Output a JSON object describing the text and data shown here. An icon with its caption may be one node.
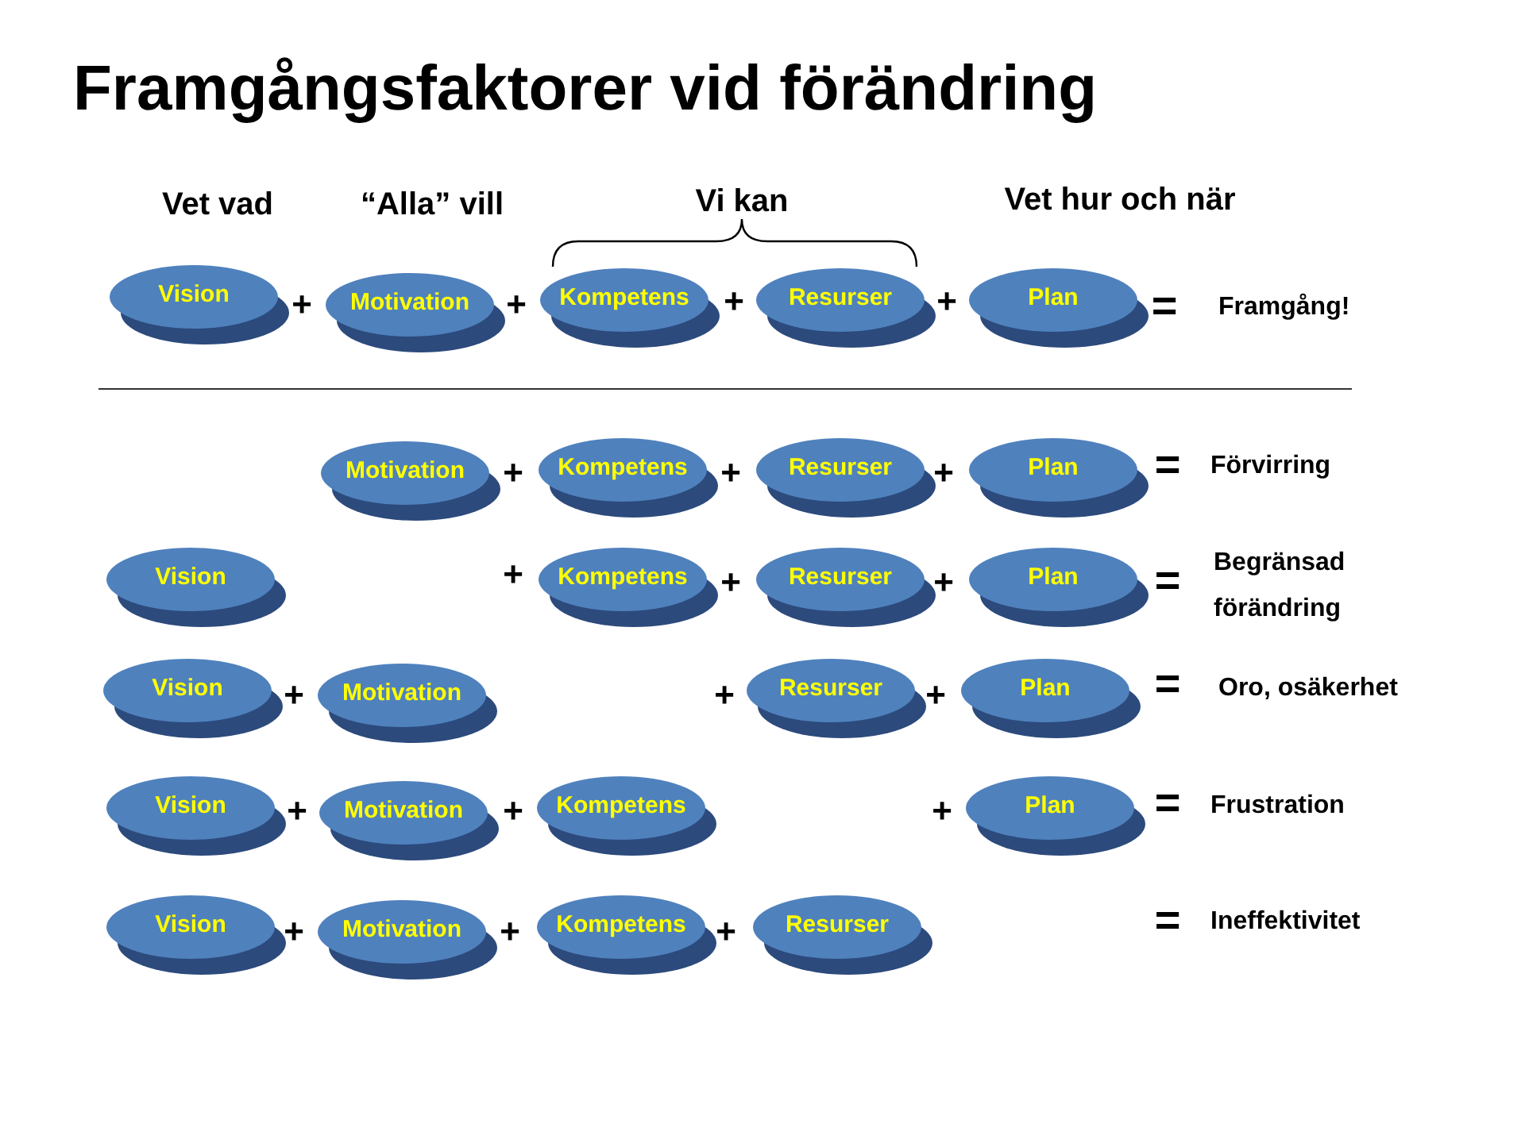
{
  "diagram": {
    "title": "Framgångsfaktorer vid förändring",
    "nodes": [
      {
        "text": [
          "Vision"
        ]
      },
      {
        "text": [
          "Motivation"
        ]
      },
      {
        "text": [
          "Kompetens"
        ]
      },
      {
        "text": [
          "Resurser"
        ]
      },
      {
        "text": [
          "Plan"
        ]
      },
      {
        "text": [
          "Motivation"
        ]
      },
      {
        "text": [
          "Kompetens"
        ]
      },
      {
        "text": [
          "Resurser"
        ]
      },
      {
        "text": [
          "Plan"
        ]
      },
      {
        "text": [
          "Vision"
        ]
      },
      {
        "text": [
          "Kompetens"
        ]
      },
      {
        "text": [
          "Resurser"
        ]
      },
      {
        "text": [
          "Plan"
        ]
      },
      {
        "text": [
          "Vision"
        ]
      },
      {
        "text": [
          "Motivation"
        ]
      },
      {
        "text": [
          "Resurser"
        ]
      },
      {
        "text": [
          "Plan"
        ]
      },
      {
        "text": [
          "Vision"
        ]
      },
      {
        "text": [
          "Motivation"
        ]
      },
      {
        "text": [
          "Kompetens"
        ]
      },
      {
        "text": [
          "Plan"
        ]
      },
      {
        "text": [
          "Vision"
        ]
      },
      {
        "text": [
          "Motivation"
        ]
      },
      {
        "text": [
          "Kompetens"
        ]
      },
      {
        "text": [
          "Resurser"
        ]
      }
    ],
    "labels": [
      "Vet vad",
      "“Alla” vill",
      "Vi kan",
      "Vet hur och när",
      "+",
      "+",
      "+",
      "+",
      "=",
      "Framgång!",
      "+",
      "+",
      "+",
      "=",
      "Förvirring",
      "+",
      "+",
      "+",
      "=",
      "Begränsad förändring",
      "+",
      "+",
      "+",
      "=",
      "Oro, osäkerhet",
      "+",
      "+",
      "+",
      "=",
      "Frustration",
      "+",
      "+",
      "+",
      "=",
      "Ineffektivitet"
    ]
  }
}
